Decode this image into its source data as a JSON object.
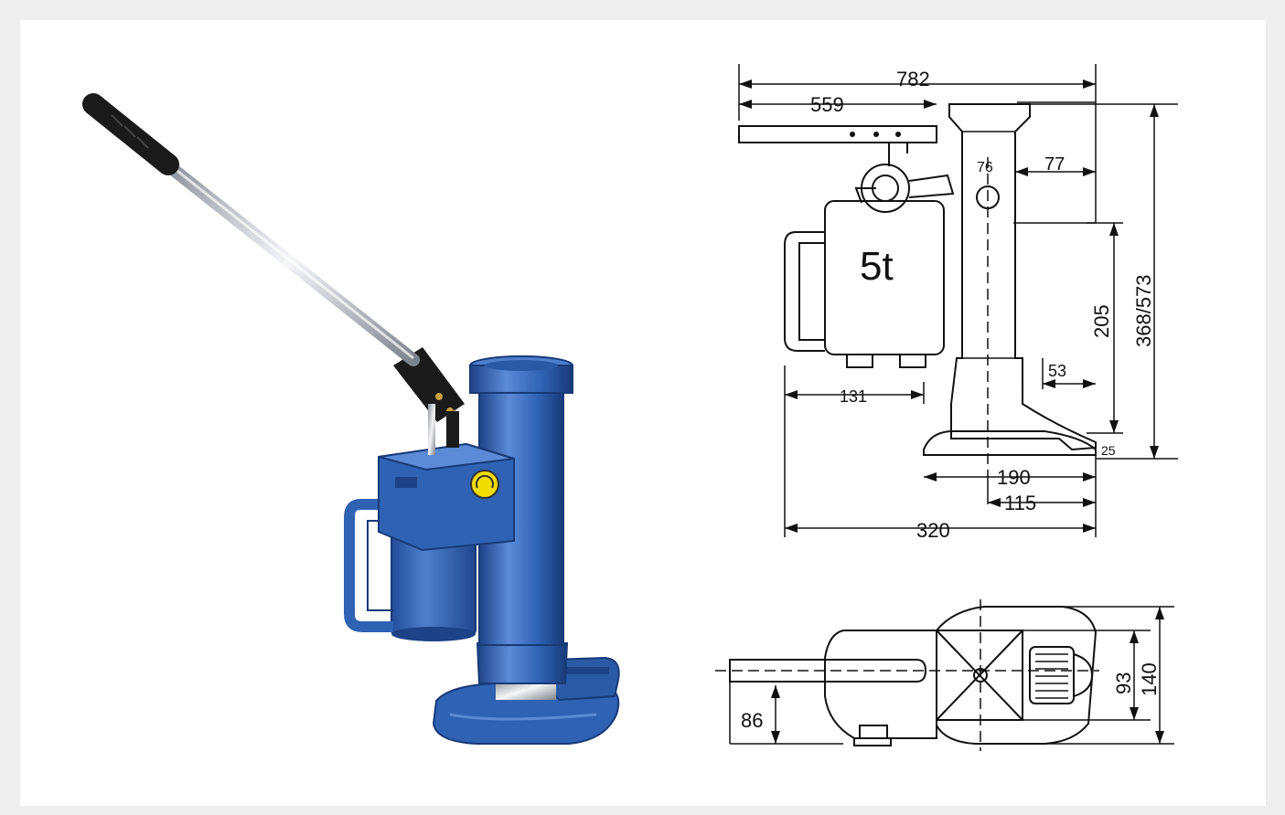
{
  "product": {
    "name": "hydraulic machine jack",
    "colors": {
      "body": "#2f62b3",
      "body_dark": "#1d4287",
      "body_light": "#5c8ad6",
      "handle_grip": "#1a1a1a",
      "chrome": "#c7ccd3",
      "knob": "#f2dd00",
      "background": "#ffffff",
      "frame": "#eeeeee"
    }
  },
  "drawing": {
    "capacity_label": "5t",
    "side_view": {
      "dim_handle_total": "782",
      "dim_handle_reach": "559",
      "dim_column_width": "76",
      "dim_column_offset": "77",
      "dim_toe_height": "205",
      "dim_total_height": "368/573",
      "dim_toe_length": "53",
      "dim_pump_offset": "131",
      "dim_toe_thickness": "25",
      "dim_base_length": "190",
      "dim_base_center": "115",
      "dim_overall_length": "320"
    },
    "top_view": {
      "dim_handle_height": "86",
      "dim_inner_width": "93",
      "dim_outer_width": "140"
    }
  }
}
